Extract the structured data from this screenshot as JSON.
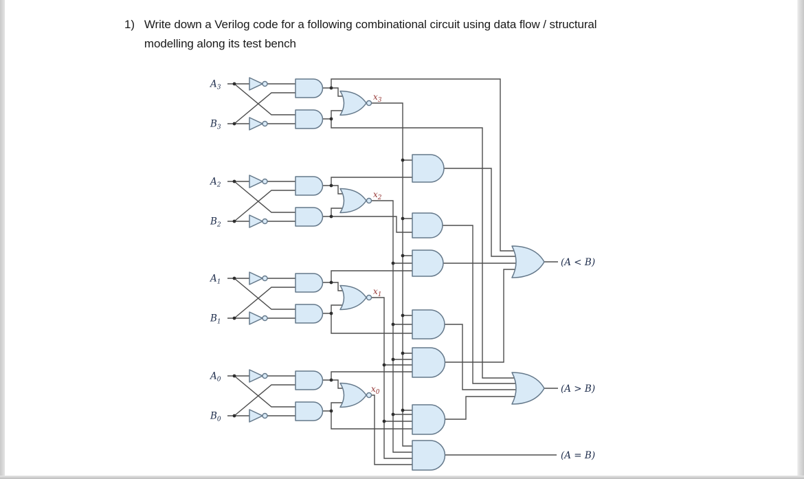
{
  "page": {
    "title_number": "1)",
    "title_line1": "Write down a Verilog code for a following combinational circuit using data flow / structural",
    "title_line2": "modelling along its test bench"
  },
  "circuit": {
    "inputs": [
      {
        "base": "A",
        "sub": "3"
      },
      {
        "base": "B",
        "sub": "3"
      },
      {
        "base": "A",
        "sub": "2"
      },
      {
        "base": "B",
        "sub": "2"
      },
      {
        "base": "A",
        "sub": "1"
      },
      {
        "base": "B",
        "sub": "1"
      },
      {
        "base": "A",
        "sub": "0"
      },
      {
        "base": "B",
        "sub": "0"
      }
    ],
    "xnor_outputs": [
      {
        "base": "x",
        "sub": "3"
      },
      {
        "base": "x",
        "sub": "2"
      },
      {
        "base": "x",
        "sub": "1"
      },
      {
        "base": "x",
        "sub": "0"
      }
    ],
    "outputs": {
      "less": "(A < B)",
      "greater": "(A > B)",
      "equal": "(A = B)"
    },
    "colors": {
      "gate_fill": "#d9eaf7",
      "gate_stroke": "#64788a",
      "wire": "#4d4d4d",
      "input_label": "#1c2b4a",
      "x_label": "#943634",
      "output_label": "#1c2b4a"
    }
  }
}
